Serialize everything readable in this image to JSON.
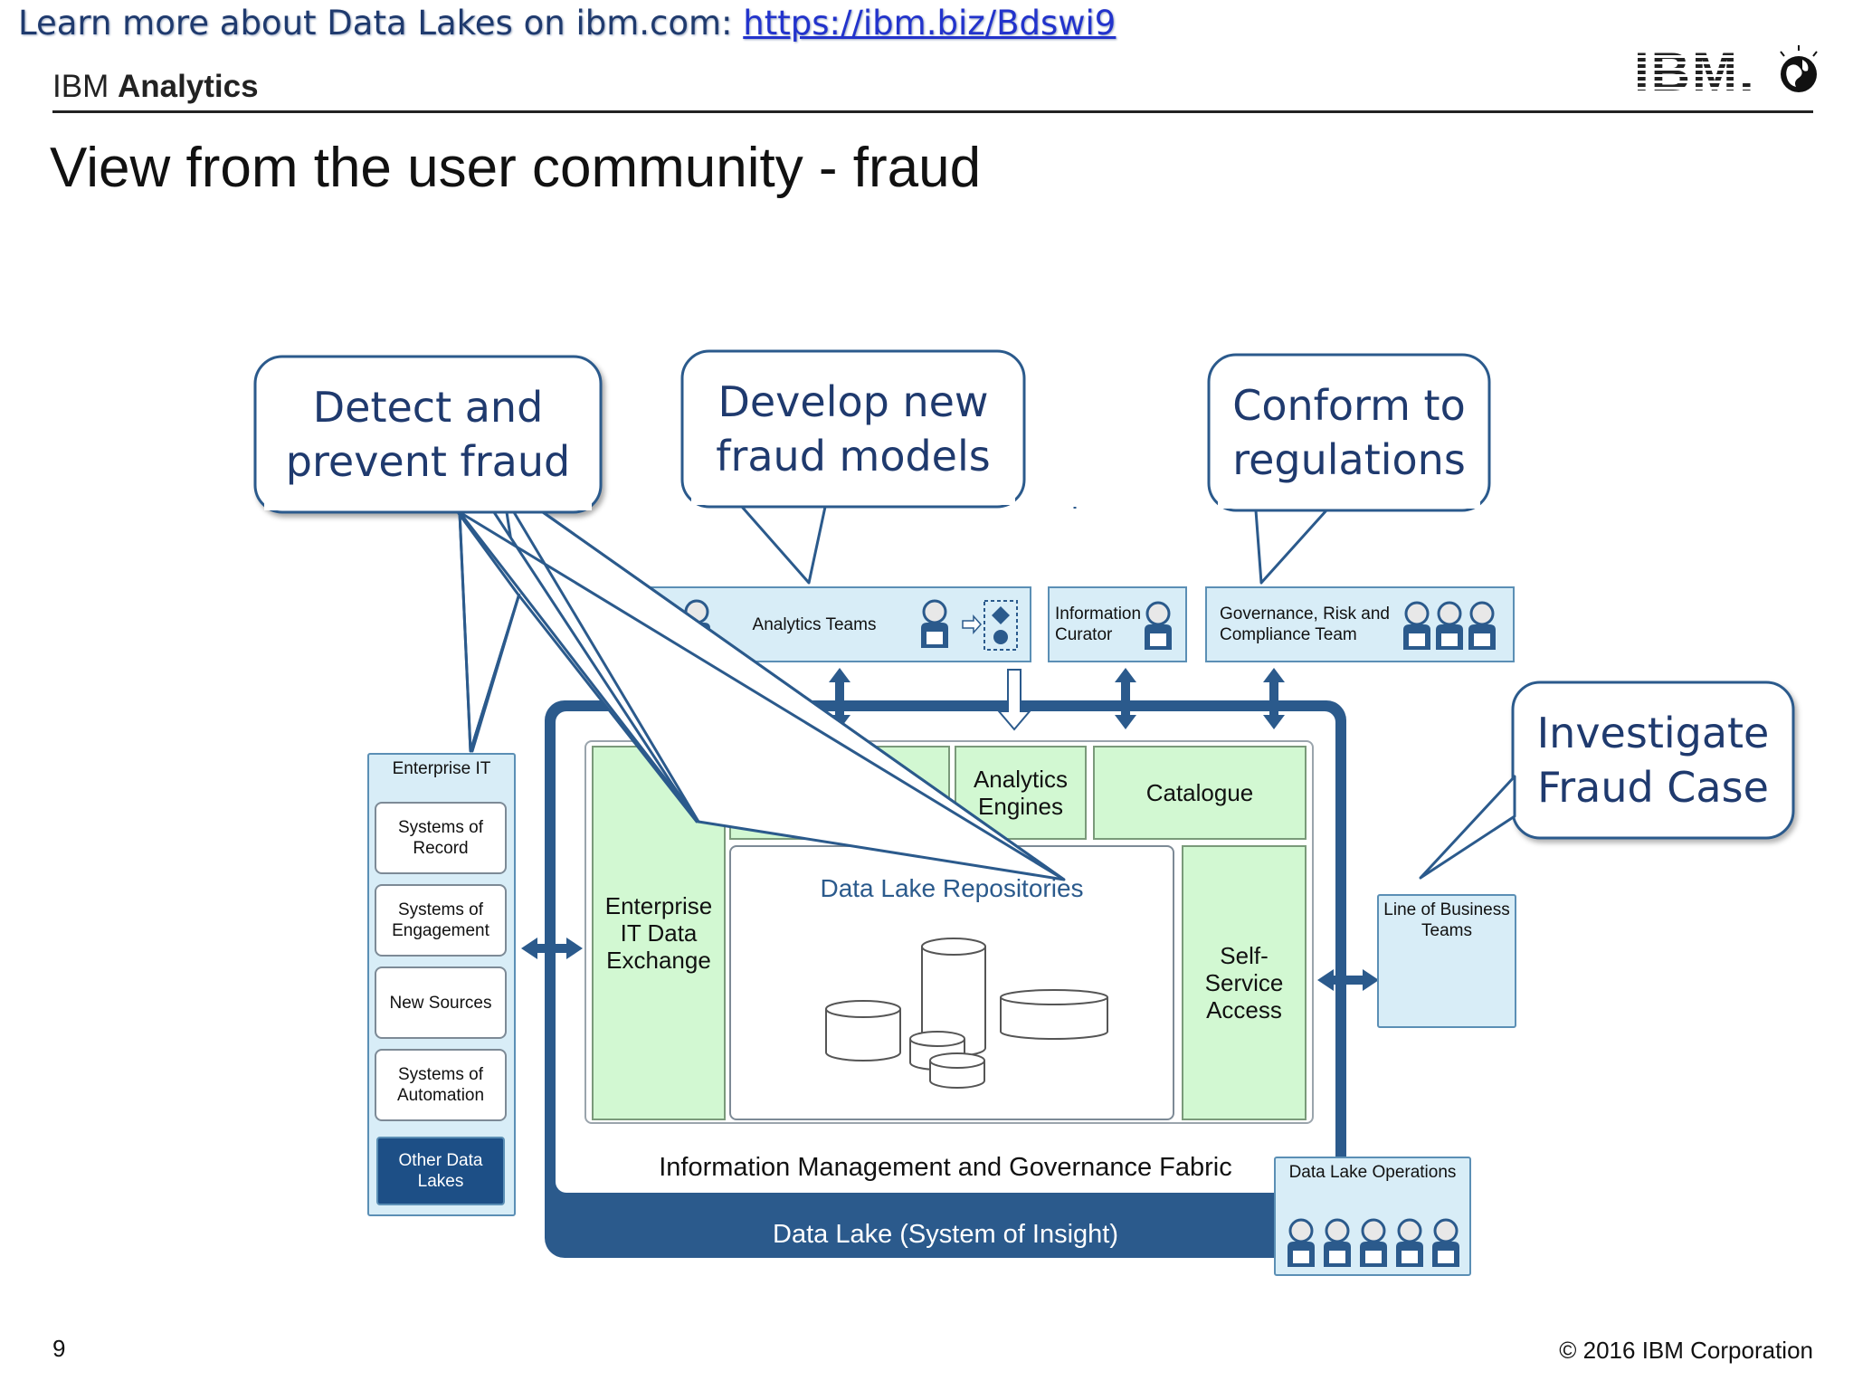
{
  "banner": {
    "prefix": "Learn more about Data Lakes on ibm.com: ",
    "link": "https://ibm.biz/Bdswi9"
  },
  "brand": {
    "light": "IBM ",
    "bold": "Analytics"
  },
  "logo": {
    "text": "IBM."
  },
  "title": "View from the user community - fraud",
  "callouts": {
    "detect": [
      "Detect and",
      "prevent fraud"
    ],
    "develop": [
      "Develop new",
      "fraud models"
    ],
    "conform": [
      "Conform to",
      "regulations"
    ],
    "investigate": [
      "Investigate",
      "Fraud Case"
    ]
  },
  "top_roles": {
    "analytics": "Analytics Teams",
    "curator": "Information Curator",
    "governance": "Governance, Risk and Compliance Team"
  },
  "enterprise_it": {
    "title": "Enterprise IT",
    "items": [
      "Systems of Record",
      "Systems of Engagement",
      "New Sources",
      "Systems of Automation"
    ],
    "highlight": "Other Data Lakes"
  },
  "lake": {
    "exchange": "Enterprise IT Data Exchange",
    "self_service_top": "Self-Service Access",
    "analytics_engines": "Analytics Engines",
    "catalogue": "Catalogue",
    "repositories": "Data Lake Repositories",
    "self_service_right": "Self-Service Access",
    "fabric": "Information Management and Governance Fabric",
    "system": "Data Lake (System of Insight)"
  },
  "lob": {
    "title": "Line of Business Teams"
  },
  "operations": {
    "title": "Data Lake Operations"
  },
  "footer": {
    "page": "9",
    "copyright": "© 2016 IBM Corporation"
  },
  "colors": {
    "accent": "#2b5a8c",
    "green": "#d2f8d2",
    "lightblue": "#d8edf7",
    "callout_text": "#1f3a6e"
  }
}
